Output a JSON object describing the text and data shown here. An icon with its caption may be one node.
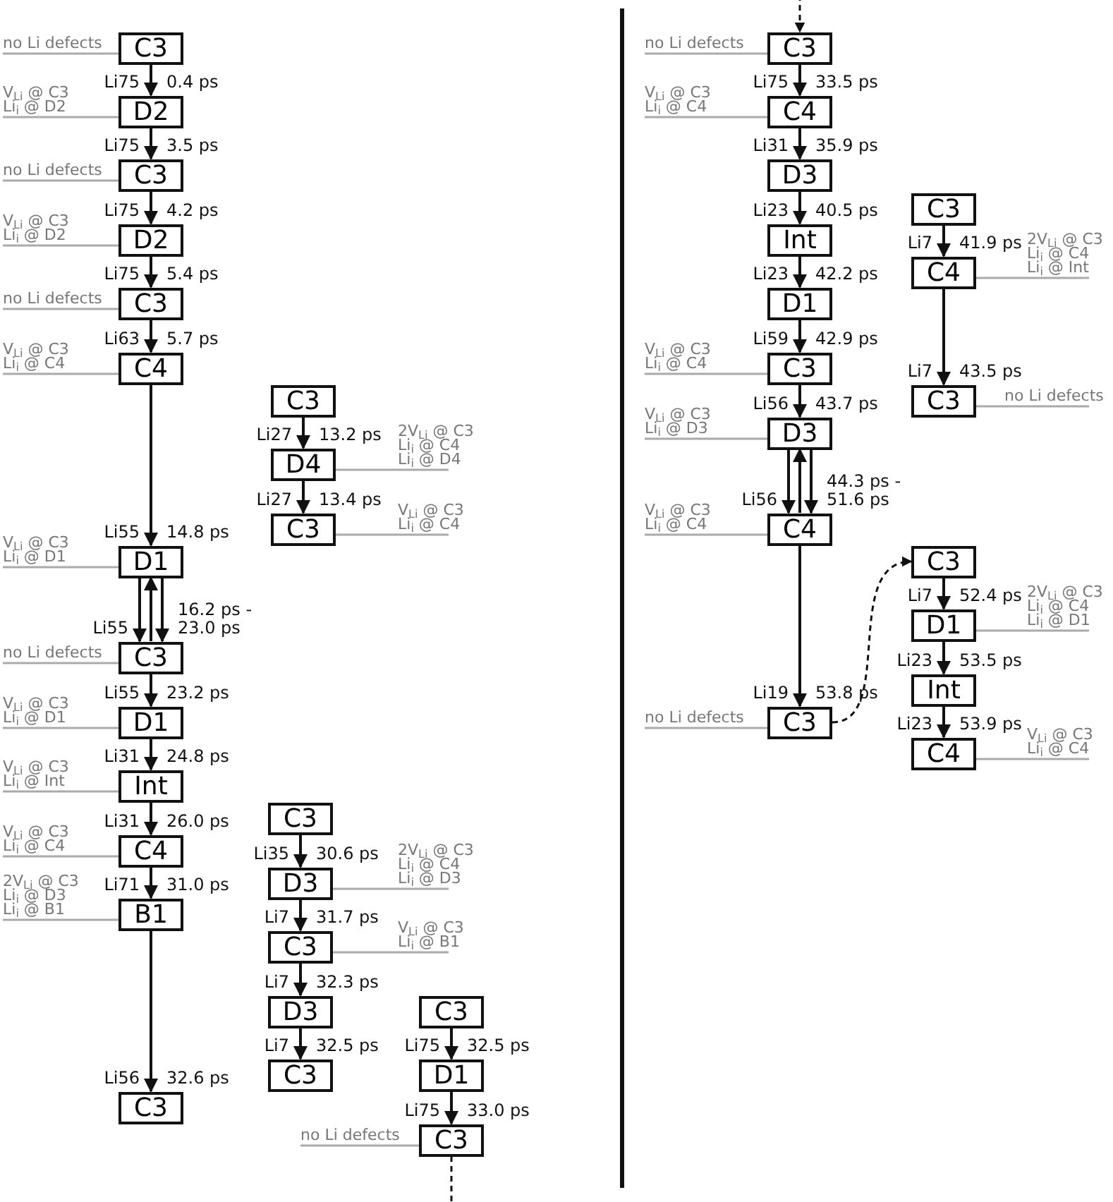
{
  "diagram": {
    "nodes": [
      {
        "text": [
          "C3"
        ],
        "beside": [
          "no Li defects"
        ]
      },
      {
        "text": [
          "D2"
        ],
        "beside": [
          "V$_{Li}$ @ C3",
          "Li$_{i}$ @ D2"
        ]
      },
      {
        "text": [
          "C3"
        ],
        "beside": [
          "no Li defects"
        ]
      },
      {
        "text": [
          "D2"
        ],
        "beside": [
          "V$_{Li}$ @ C3",
          "Li$_{i}$ @ D2"
        ]
      },
      {
        "text": [
          "C3"
        ],
        "beside": [
          "no Li defects"
        ]
      },
      {
        "text": [
          "C4"
        ],
        "beside": [
          "V$_{Li}$ @ C3",
          "Li$_{i}$ @ C4"
        ]
      },
      {
        "text": [
          "D1"
        ],
        "beside": [
          "V$_{Li}$ @ C3",
          "Li$_{i}$ @ D1"
        ]
      },
      {
        "text": [
          "C3"
        ],
        "beside": [
          "no Li defects"
        ]
      },
      {
        "text": [
          "D1"
        ],
        "beside": [
          "V$_{Li}$ @ C3",
          "Li$_{i}$ @ D1"
        ]
      },
      {
        "text": [
          "Int"
        ],
        "beside": [
          "V$_{Li}$ @ C3",
          "Li$_{i}$ @ Int"
        ]
      },
      {
        "text": [
          "C4"
        ],
        "beside": [
          "V$_{Li}$ @ C3",
          "Li$_{i}$ @ C4"
        ]
      },
      {
        "text": [
          "B1"
        ],
        "beside": [
          "2V$_{Li}$ @ C3",
          "Li$_{i}$ @ D3",
          "Li$_{i}$ @ B1"
        ]
      },
      {
        "text": [
          "C3"
        ]
      },
      {
        "text": [
          "C3"
        ]
      },
      {
        "text": [
          "D4"
        ],
        "beside": [
          "2V$_{Li}$ @ C3",
          "Li$_{i}$ @ C4",
          "Li$_{i}$ @ D4"
        ]
      },
      {
        "text": [
          "C3"
        ],
        "beside": [
          "V$_{Li}$ @ C3",
          "Li$_{i}$ @ C4"
        ]
      },
      {
        "text": [
          "C3"
        ]
      },
      {
        "text": [
          "D3"
        ],
        "beside": [
          "2V$_{Li}$ @ C3",
          "Li$_{i}$ @ C4",
          "Li$_{i}$ @ D3"
        ]
      },
      {
        "text": [
          "C3"
        ],
        "beside": [
          "V$_{Li}$ @ C3",
          "Li$_{i}$ @ B1"
        ]
      },
      {
        "text": [
          "D3"
        ]
      },
      {
        "text": [
          "C3"
        ]
      },
      {
        "text": [
          "C3"
        ]
      },
      {
        "text": [
          "D1"
        ]
      },
      {
        "text": [
          "C3"
        ],
        "beside": [
          "no Li defects"
        ]
      },
      {
        "text": [
          "C3"
        ],
        "beside": [
          "no Li defects"
        ]
      },
      {
        "text": [
          "C4"
        ],
        "beside": [
          "V$_{Li}$ @ C3",
          "Li$_{i}$ @ C4"
        ]
      },
      {
        "text": [
          "D3"
        ]
      },
      {
        "text": [
          "Int"
        ]
      },
      {
        "text": [
          "D1"
        ]
      },
      {
        "text": [
          "C3"
        ],
        "beside": [
          "V$_{Li}$ @ C3",
          "Li$_{i}$ @ C4"
        ]
      },
      {
        "text": [
          "D3"
        ],
        "beside": [
          "V$_{Li}$ @ C3",
          "Li$_{i}$ @ D3"
        ]
      },
      {
        "text": [
          "C4"
        ],
        "beside": [
          "V$_{Li}$ @ C3",
          "Li$_{i}$ @ C4"
        ]
      },
      {
        "text": [
          "C3"
        ],
        "beside": [
          "no Li defects"
        ]
      },
      {
        "text": [
          "C3"
        ]
      },
      {
        "text": [
          "C4"
        ],
        "beside": [
          "2V$_{Li}$ @ C3",
          "Li$_{i}$ @ C4",
          "Li$_{i}$ @ Int"
        ]
      },
      {
        "text": [
          "C3"
        ],
        "beside": [
          "no Li defects"
        ]
      },
      {
        "text": [
          "C3"
        ]
      },
      {
        "text": [
          "D1"
        ],
        "beside": [
          "2V$_{Li}$ @ C3",
          "Li$_{i}$ @ C4",
          "Li$_{i}$ @ D1"
        ]
      },
      {
        "text": [
          "Int"
        ]
      },
      {
        "text": [
          "C4"
        ],
        "beside": [
          "V$_{Li}$ @ C3",
          "Li$_{i}$ @ C4"
        ]
      }
    ],
    "edges": [
      {
        "from": 0,
        "to": 1,
        "arrow": "to",
        "label": "Li75 0.4 ps"
      },
      {
        "from": 1,
        "to": 2,
        "arrow": "to",
        "label": "Li75 3.5 ps"
      },
      {
        "from": 2,
        "to": 3,
        "arrow": "to",
        "label": "Li75 4.2 ps"
      },
      {
        "from": 3,
        "to": 4,
        "arrow": "to",
        "label": "Li75 5.4 ps"
      },
      {
        "from": 4,
        "to": 5,
        "arrow": "to",
        "label": "Li63 5.7 ps"
      },
      {
        "from": 5,
        "to": 6,
        "arrow": "to",
        "label": "Li55 14.8 ps"
      },
      {
        "from": 6,
        "to": 7,
        "arrow": "to",
        "label": "Li55 16.2 ps - 23.0 ps"
      },
      {
        "from": 7,
        "to": 6,
        "arrow": "to"
      },
      {
        "from": 6,
        "to": 7,
        "arrow": "to"
      },
      {
        "from": 7,
        "to": 8,
        "arrow": "to",
        "label": "Li55 23.2 ps"
      },
      {
        "from": 8,
        "to": 9,
        "arrow": "to",
        "label": "Li31 24.8 ps"
      },
      {
        "from": 9,
        "to": 10,
        "arrow": "to",
        "label": "Li31 26.0 ps"
      },
      {
        "from": 10,
        "to": 11,
        "arrow": "to",
        "label": "Li71 31.0 ps"
      },
      {
        "from": 11,
        "to": 12,
        "arrow": "to",
        "label": "Li56 32.6 ps"
      },
      {
        "from": 13,
        "to": 14,
        "arrow": "to",
        "label": "Li27 13.2 ps"
      },
      {
        "from": 14,
        "to": 15,
        "arrow": "to",
        "label": "Li27 13.4 ps"
      },
      {
        "from": 16,
        "to": 17,
        "arrow": "to",
        "label": "Li35 30.6 ps"
      },
      {
        "from": 17,
        "to": 18,
        "arrow": "to",
        "label": "Li7 31.7 ps"
      },
      {
        "from": 18,
        "to": 19,
        "arrow": "to",
        "label": "Li7 32.3 ps"
      },
      {
        "from": 19,
        "to": 20,
        "arrow": "to",
        "label": "Li7 32.5 ps"
      },
      {
        "from": 21,
        "to": 22,
        "arrow": "to",
        "label": "Li75 32.5 ps"
      },
      {
        "from": 22,
        "to": 23,
        "arrow": "to",
        "label": "Li75 33.0 ps"
      },
      {
        "from": 23,
        "to": null,
        "arrow": "to",
        "style": "dashed"
      },
      {
        "from": null,
        "to": 24,
        "arrow": "to",
        "style": "dashed"
      },
      {
        "from": 24,
        "to": 25,
        "arrow": "to",
        "label": "Li75 33.5 ps"
      },
      {
        "from": 25,
        "to": 26,
        "arrow": "to",
        "label": "Li31 35.9 ps"
      },
      {
        "from": 26,
        "to": 27,
        "arrow": "to",
        "label": "Li23 40.5 ps"
      },
      {
        "from": 27,
        "to": 28,
        "arrow": "to",
        "label": "Li23 42.2 ps"
      },
      {
        "from": 28,
        "to": 29,
        "arrow": "to",
        "label": "Li59 42.9 ps"
      },
      {
        "from": 29,
        "to": 30,
        "arrow": "to",
        "label": "Li56 43.7 ps"
      },
      {
        "from": 30,
        "to": 31,
        "arrow": "to",
        "label": "Li56 44.3 ps - 51.6 ps"
      },
      {
        "from": 31,
        "to": 30,
        "arrow": "to"
      },
      {
        "from": 30,
        "to": 31,
        "arrow": "to"
      },
      {
        "from": 31,
        "to": 32,
        "arrow": "to",
        "label": "Li19 53.8 ps"
      },
      {
        "from": 33,
        "to": 34,
        "arrow": "to",
        "label": "Li7 41.9 ps"
      },
      {
        "from": 34,
        "to": 35,
        "arrow": "to",
        "label": "Li7 43.5 ps"
      },
      {
        "from": 32,
        "to": 36,
        "arrow": "to",
        "style": "dashed"
      },
      {
        "from": 36,
        "to": 37,
        "arrow": "to",
        "label": "Li7 52.4 ps"
      },
      {
        "from": 37,
        "to": 38,
        "arrow": "to",
        "label": "Li23 53.5 ps"
      },
      {
        "from": 38,
        "to": 39,
        "arrow": "to",
        "label": "Li23 53.9 ps"
      }
    ]
  }
}
